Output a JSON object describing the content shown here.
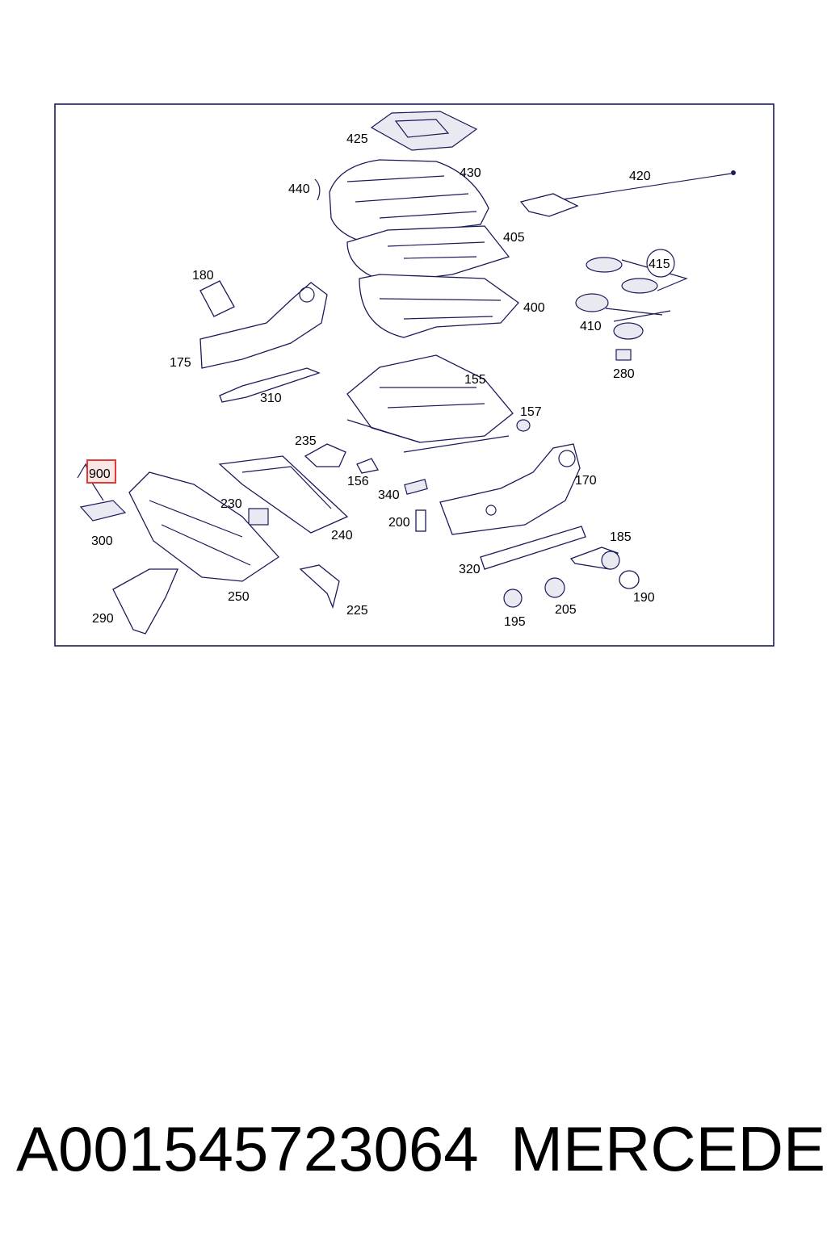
{
  "diagram": {
    "highlight_color": "#e53935",
    "line_color": "#1a1a5a",
    "highlighted_label": "900",
    "callouts": [
      "425",
      "430",
      "440",
      "420",
      "405",
      "415",
      "180",
      "400",
      "410",
      "175",
      "280",
      "155",
      "310",
      "157",
      "235",
      "156",
      "170",
      "300",
      "340",
      "230",
      "200",
      "240",
      "185",
      "320",
      "250",
      "290",
      "225",
      "205",
      "190",
      "195"
    ]
  },
  "caption": {
    "part_number": "A001545723064",
    "brand": "MERCEDES"
  }
}
